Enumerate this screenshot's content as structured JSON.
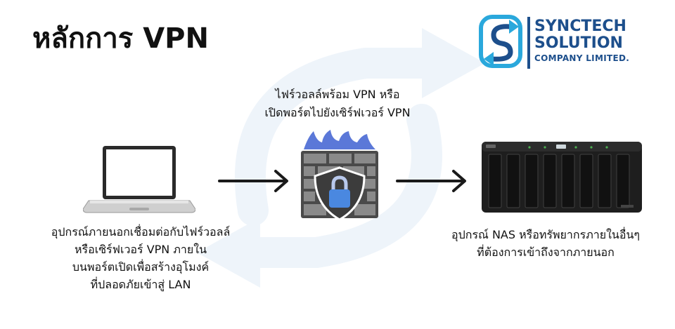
{
  "title": "หลักการ VPN",
  "logo": {
    "line1": "SYNCTECH",
    "line2": "SOLUTION",
    "line3": "COMPANY LIMITED."
  },
  "firewall_label": {
    "line1": "ไฟร์วอลล์พร้อม VPN หรือ",
    "line2": "เปิดพอร์ตไปยังเซิร์ฟเวอร์ VPN"
  },
  "left_caption": {
    "line1": "อุปกรณ์ภายนอกเชื่อมต่อกับไฟร์วอลล์",
    "line2": "หรือเซิร์ฟเวอร์ VPN ภายใน",
    "line3": "บนพอร์ตเปิดเพื่อสร้างอุโมงค์",
    "line4": "ที่ปลอดภัยเข้าสู่ LAN"
  },
  "right_caption": {
    "line1": "อุปกรณ์ NAS หรือทรัพยากรภายในอื่นๆ",
    "line2": "ที่ต้องการเข้าถึงจากภายนอก"
  },
  "icons": {
    "laptop": "laptop-icon",
    "firewall": "firewall-shield-lock-icon",
    "nas": "nas-server-icon",
    "arrow": "arrow-right-icon"
  },
  "colors": {
    "brand_blue": "#1d4f8c",
    "accent_cyan": "#2aa8dc",
    "flame_blue": "#5b78d8",
    "lock_blue": "#4a88e0",
    "arrow_dark": "#1a1a1a"
  }
}
